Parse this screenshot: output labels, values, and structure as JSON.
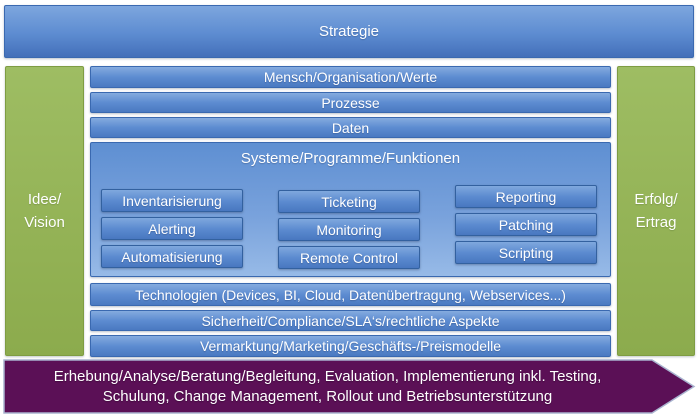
{
  "diagram": {
    "top_banner": "Strategie",
    "left_bar": "Idee/\nVision",
    "right_bar": "Erfolg/\nErtrag",
    "layers": {
      "mensch": "Mensch/Organisation/Werte",
      "prozesse": "Prozesse",
      "daten": "Daten",
      "systeme_title": "Systeme/Programme/Funktionen",
      "technologien": "Technologien (Devices, BI, Cloud, Datenübertragung, Webservices...)",
      "sicherheit": "Sicherheit/Compliance/SLA‘s/rechtliche Aspekte",
      "vermarktung": "Vermarktung/Marketing/Geschäfts-/Preismodelle"
    },
    "system_modules": {
      "col1": [
        "Inventarisierung",
        "Alerting",
        "Automatisierung"
      ],
      "col2": [
        "Ticketing",
        "Monitoring",
        "Remote Control"
      ],
      "col3": [
        "Reporting",
        "Patching",
        "Scripting"
      ]
    },
    "bottom_arrow": {
      "line1": "Erhebung/Analyse/Beratung/Begleitung, Evaluation, Implementierung inkl. Testing,",
      "line2": "Schulung, Change Management, Rollout und Betriebsunterstützung"
    },
    "colors": {
      "bar_blue_top": "#85ABDF",
      "bar_blue_bottom": "#4A79C1",
      "bar_border": "#3A69B0",
      "panel_blue_top": "#5E8FD2",
      "panel_blue_bottom": "#97BAE7",
      "pillar_green": "#93B255",
      "arrow_purple": "#5B1056",
      "arrow_border": "#A9B3CF",
      "text": "#FFFFFF"
    }
  }
}
